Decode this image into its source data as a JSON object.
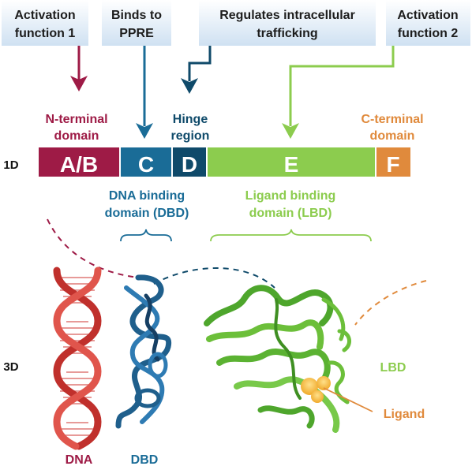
{
  "colors": {
    "ab": "#9e1b46",
    "c": "#1a6c97",
    "d": "#0f4a6a",
    "e": "#8ccc4e",
    "f": "#e08a3c",
    "box_fill": "#dbe9f5",
    "dna_red": "#d8443b",
    "dbd_blue": "#1f5f8c",
    "lbd_green": "#6cbf3a",
    "ligand": "#f5b73b"
  },
  "callouts": {
    "af1": [
      "Activation",
      "function 1"
    ],
    "binds": [
      "Binds to",
      "PPRE"
    ],
    "traffic": [
      "Regulates intracellular",
      "trafficking"
    ],
    "af2": [
      "Activation",
      "function 2"
    ]
  },
  "domain_labels": {
    "n_terminal": [
      "N-terminal",
      "domain"
    ],
    "hinge": [
      "Hinge",
      "region"
    ],
    "c_terminal": [
      "C-terminal",
      "domain"
    ],
    "dbd": [
      "DNA binding",
      "domain (DBD)"
    ],
    "lbd": [
      "Ligand binding",
      "domain (LBD)"
    ]
  },
  "bar": {
    "row_label": "1D",
    "segments": {
      "ab": "A/B",
      "c": "C",
      "d": "D",
      "e": "E",
      "f": "F"
    }
  },
  "structure": {
    "row_label": "3D",
    "dna_label": "DNA",
    "dbd_label": "DBD",
    "lbd_label": "LBD",
    "ligand_label": "Ligand"
  }
}
